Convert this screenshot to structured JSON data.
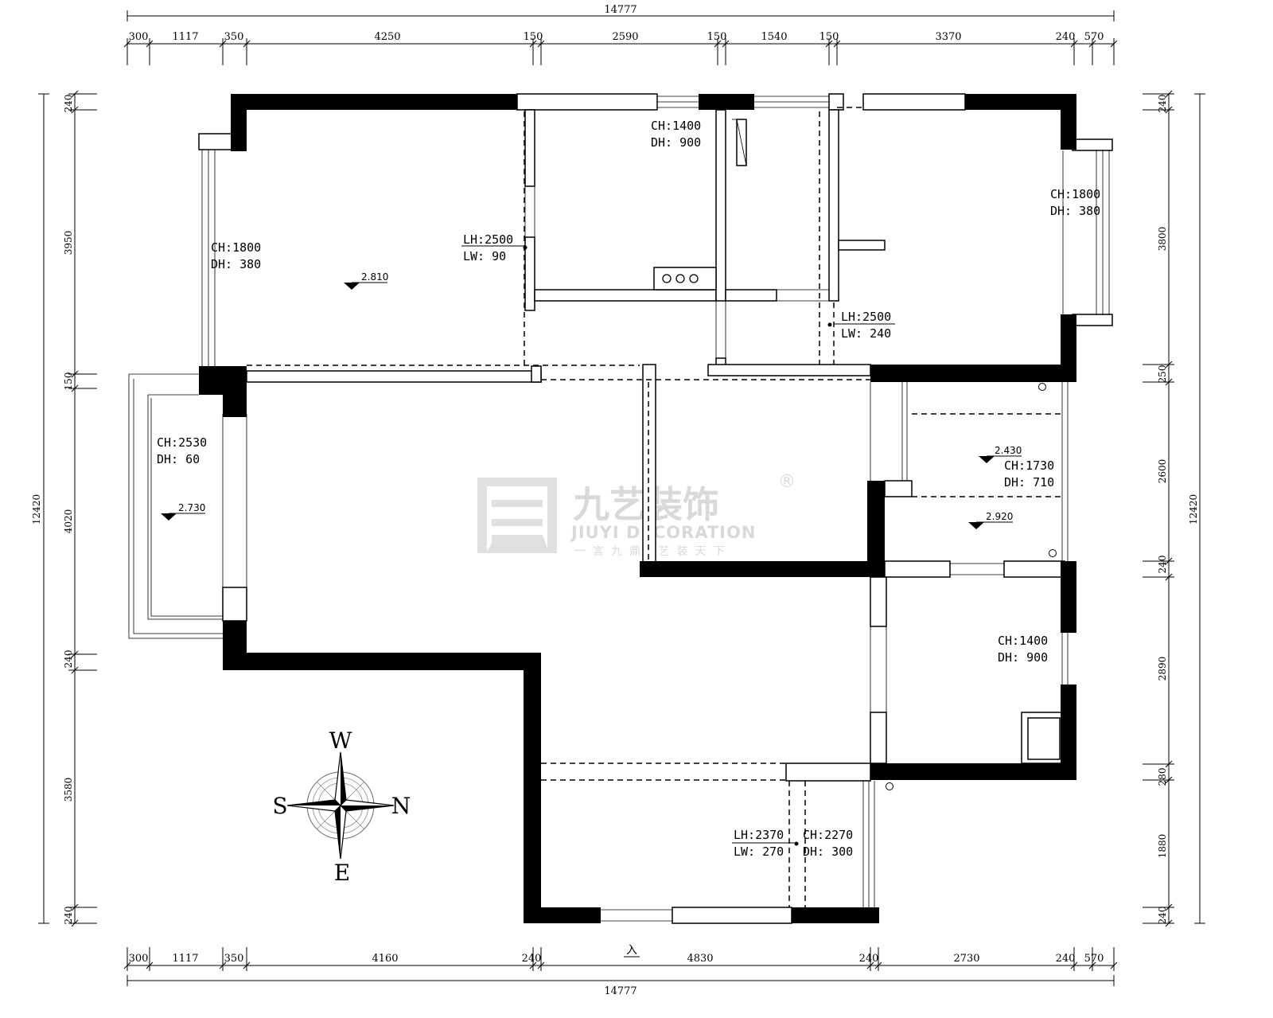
{
  "dimensions": {
    "top_total": "14777",
    "top_segments": [
      "300",
      "1117",
      "350",
      "4250",
      "150",
      "2590",
      "150",
      "1540",
      "150",
      "3370",
      "240",
      "570"
    ],
    "bottom_total": "14777",
    "bottom_segments": [
      "300",
      "1117",
      "350",
      "4160",
      "240",
      "4830",
      "240",
      "2730",
      "240",
      "570"
    ],
    "left_total": "12420",
    "left_segments": [
      "240",
      "3950",
      "150",
      "4020",
      "240",
      "3580",
      "240"
    ],
    "right_total": "12420",
    "right_segments": [
      "240",
      "3800",
      "250",
      "2600",
      "240",
      "2890",
      "280",
      "1880",
      "240"
    ]
  },
  "notes": {
    "window_left_top": [
      "CH:1800",
      "DH: 380"
    ],
    "window_kitchen": [
      "CH:1400",
      "DH: 900"
    ],
    "window_right_top": [
      "CH:1800",
      "DH: 380"
    ],
    "beam_left": [
      "LH:2500",
      "LW:  90"
    ],
    "beam_right": [
      "LH:2500",
      "LW: 240"
    ],
    "window_balcony": [
      "CH:2530",
      "DH: 60"
    ],
    "window_bath": [
      "CH:1730",
      "DH: 710"
    ],
    "window_small_room": [
      "CH:1400",
      "DH: 900"
    ],
    "beam_bottom": [
      "LH:2370",
      "LW: 270"
    ],
    "window_bottom": [
      "CH:2270",
      "DH: 300"
    ]
  },
  "levels": {
    "bedroom": "2.810",
    "balcony": "2.730",
    "bath_upper": "2.430",
    "bath_lower": "2.920"
  },
  "compass": {
    "top": "W",
    "left": "S",
    "right": "N",
    "bottom": "E"
  },
  "entrance_label": "入",
  "watermark": {
    "brand_cn": "九艺装饰",
    "brand_en": "JIUYI DECORATION",
    "slogan": "一言九鼎·艺装天下",
    "registered": "®"
  }
}
